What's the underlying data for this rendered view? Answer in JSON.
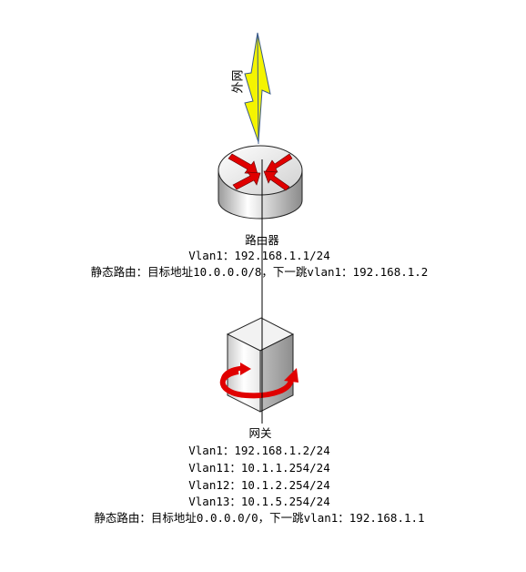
{
  "external": {
    "label": "外网"
  },
  "router": {
    "name": "路由器",
    "vlan": "Vlan1：192.168.1.1/24",
    "route": "静态路由：目标地址10.0.0.0/8，下一跳vlan1：192.168.1.2"
  },
  "gateway": {
    "name": "网关",
    "vlans": [
      "Vlan1：192.168.1.2/24",
      "Vlan11：10.1.1.254/24",
      "Vlan12：10.1.2.254/24",
      "Vlan13：10.1.5.254/24"
    ],
    "route": "静态路由：目标地址0.0.0.0/0，下一跳vlan1：192.168.1.1"
  },
  "colors": {
    "arrow": "#e00000",
    "lightning": "#f4f400",
    "line": "#000000"
  }
}
